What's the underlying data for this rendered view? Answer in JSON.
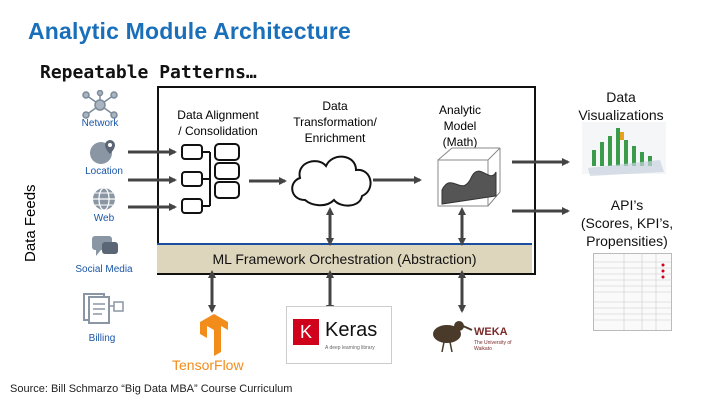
{
  "title": "Analytic Module Architecture",
  "subtitle": "Repeatable Patterns…",
  "feeds_label": "Data Feeds",
  "sources": [
    {
      "label": "Network"
    },
    {
      "label": "Location"
    },
    {
      "label": "Web"
    },
    {
      "label": "Social Media"
    },
    {
      "label": "Billing"
    }
  ],
  "stages": {
    "alignment": [
      "Data Alignment",
      "/ Consolidation"
    ],
    "transformation": [
      "Data",
      "Transformation/",
      "Enrichment"
    ],
    "model": [
      "Analytic",
      "Model",
      "(Math)"
    ]
  },
  "ml_bar": "ML Framework Orchestration (Abstraction)",
  "outputs": {
    "viz": [
      "Data",
      "Visualizations"
    ],
    "api": [
      "API’s",
      "(Scores, KPI’s,",
      "Propensities)"
    ]
  },
  "frameworks": {
    "tensorflow": "TensorFlow",
    "keras": "Keras",
    "keras_tagline": "A deep learning library",
    "weka": "WEKA",
    "weka_sub": "The University of Waikato"
  },
  "source": "Source: Bill Schmarzo “Big Data MBA” Course Curriculum",
  "colors": {
    "title": "#1a6fba",
    "icon": "#1a56a8",
    "bar": "#ddd6bc",
    "tensorflow": "#f28c1a",
    "keras": "#d0021b"
  }
}
